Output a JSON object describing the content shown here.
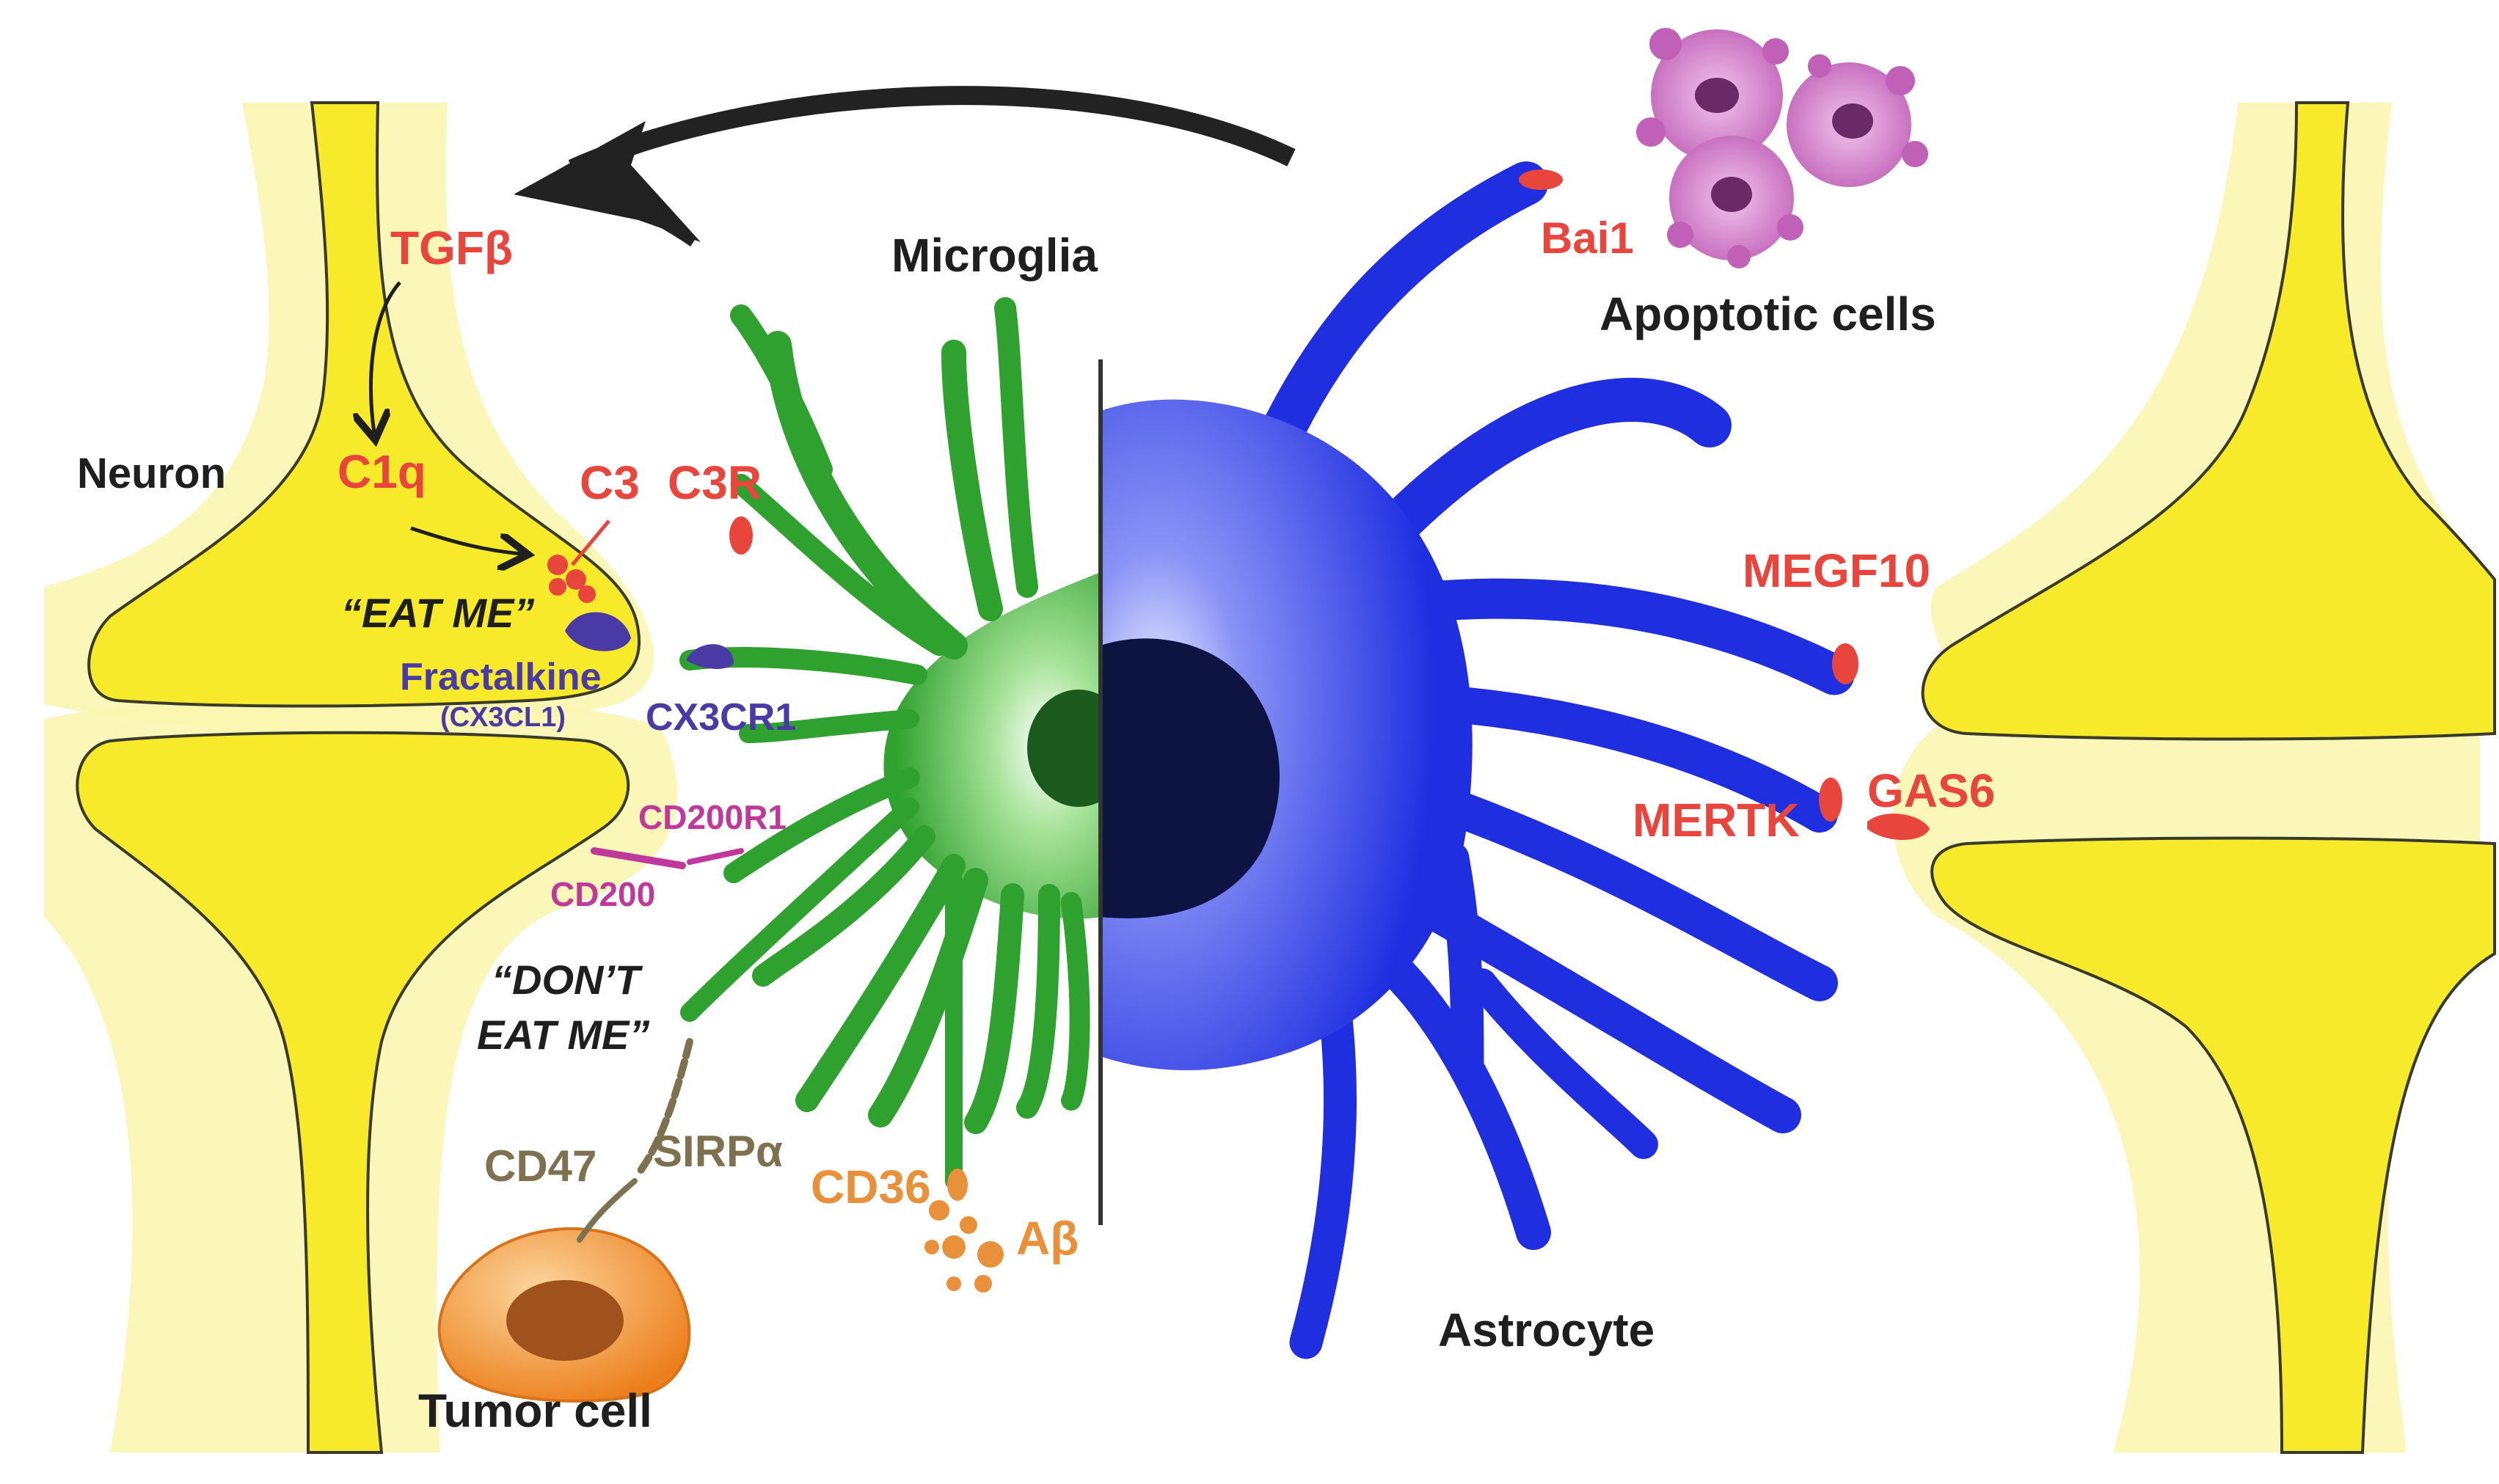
{
  "labels": {
    "tgfb": "TGFβ",
    "neuron": "Neuron",
    "c1q": "C1q",
    "c3": "C3",
    "c3r": "C3R",
    "eat_me": "“EAT ME”",
    "fractalkine": "Fractalkine",
    "cx3cl1": "(CX3CL1)",
    "cx3cr1": "CX3CR1",
    "cd200r1": "CD200R1",
    "cd200": "CD200",
    "dont_eat_me_1": "“DON’T",
    "dont_eat_me_2": "EAT ME”",
    "cd47": "CD47",
    "sirpa": "SIRPα",
    "tumor_cell": "Tumor cell",
    "cd36": "CD36",
    "abeta": "Aβ",
    "microglia": "Microglia",
    "bai1": "Bai1",
    "apoptotic_cells": "Apoptotic cells",
    "megf10": "MEGF10",
    "mertk": "MERTK",
    "gas6": "GAS6",
    "astrocyte": "Astrocyte"
  },
  "colors": {
    "neuron_fill": "#f6ea2a",
    "neuron_halo": "#fbf6b0",
    "microglia": "#2fa12f",
    "astrocyte": "#1f2fe0",
    "ligand_red": "#e8453c",
    "fractalkine": "#4a3aa6",
    "cd200": "#c0399a",
    "tumor": "#ee8c2c",
    "apoptotic": "#c86bc0"
  }
}
